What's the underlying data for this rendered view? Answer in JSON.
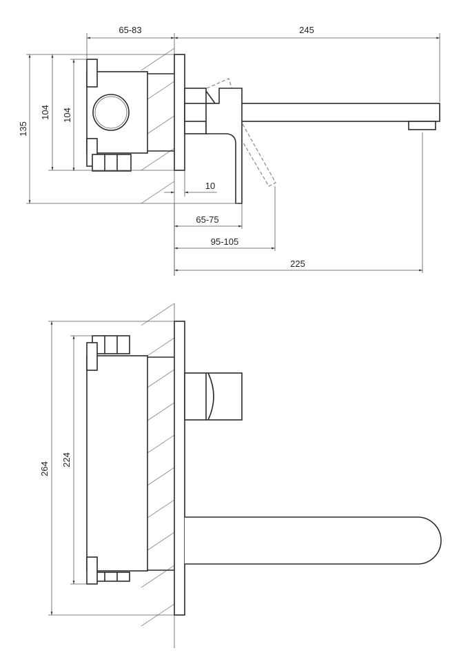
{
  "side_view": {
    "dim_box_depth": "65-83",
    "dim_spout_length": "245",
    "dim_total_height": "135",
    "dim_body_height_outer": "104",
    "dim_body_height_inner": "104",
    "dim_plate_thickness": "10",
    "dim_lever_depth": "65-75",
    "dim_lever_swing": "95-105",
    "dim_spout_outlet": "225"
  },
  "top_view": {
    "dim_plate_length": "264",
    "dim_body_length": "224"
  }
}
